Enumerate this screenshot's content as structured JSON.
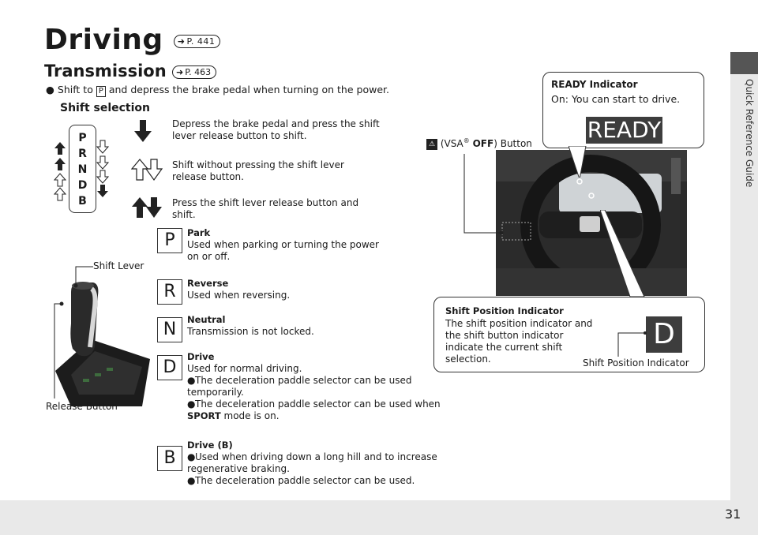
{
  "title": "Driving",
  "title_ref": "P. 441",
  "subtitle": "Transmission",
  "subtitle_ref": "P. 463",
  "instruction_pre": "Shift to",
  "instruction_key": "P",
  "instruction_post": "and depress the brake pedal when turning on the power.",
  "shift_selection_heading": "Shift selection",
  "gear_letters": [
    "P",
    "R",
    "N",
    "D",
    "B"
  ],
  "legend": {
    "solid_down": "Depress the brake pedal and press the shift lever release button to shift.",
    "outline_pair": "Shift without pressing the shift lever release button.",
    "solid_pair": "Press the shift lever release button and shift."
  },
  "lever_labels": {
    "shift_lever": "Shift Lever",
    "release_button": "Release Button"
  },
  "positions": {
    "P": {
      "letter": "P",
      "name": "Park",
      "text": "Used when parking or turning the power on or off."
    },
    "R": {
      "letter": "R",
      "name": "Reverse",
      "text": "Used when reversing."
    },
    "N": {
      "letter": "N",
      "name": "Neutral",
      "text": "Transmission is not locked."
    },
    "D": {
      "letter": "D",
      "name": "Drive",
      "text": "Used for normal driving.",
      "bullet1": "The deceleration paddle selector can be used temporarily.",
      "bullet2_pre": "The deceleration paddle selector can be used when",
      "bullet2_bold": "SPORT",
      "bullet2_post": "mode is on."
    },
    "B": {
      "letter": "B",
      "name": "Drive (B)",
      "bullet1": "Used when driving down a long hill and to increase regenerative braking.",
      "bullet2": "The deceleration paddle selector can be used."
    }
  },
  "ready_callout": {
    "heading": "READY Indicator",
    "text": "On: You can start to drive.",
    "display": "READY"
  },
  "vsa_label_pre": "(VSA",
  "vsa_reg": "®",
  "vsa_bold": "OFF",
  "vsa_label_post": ") Button",
  "shift_callout": {
    "heading": "Shift Position Indicator",
    "text": "The shift position indicator and the shift button indicator indicate the current shift selection.",
    "indicator_label": "Shift Position Indicator",
    "display": "D"
  },
  "sidebar_label": "Quick Reference Guide",
  "page_number": "31",
  "colors": {
    "sidebar_dark": "#555555",
    "band": "#e9e9e9",
    "ready_bg": "#3d3d3d",
    "indicator_bg": "#3d3d3d"
  }
}
